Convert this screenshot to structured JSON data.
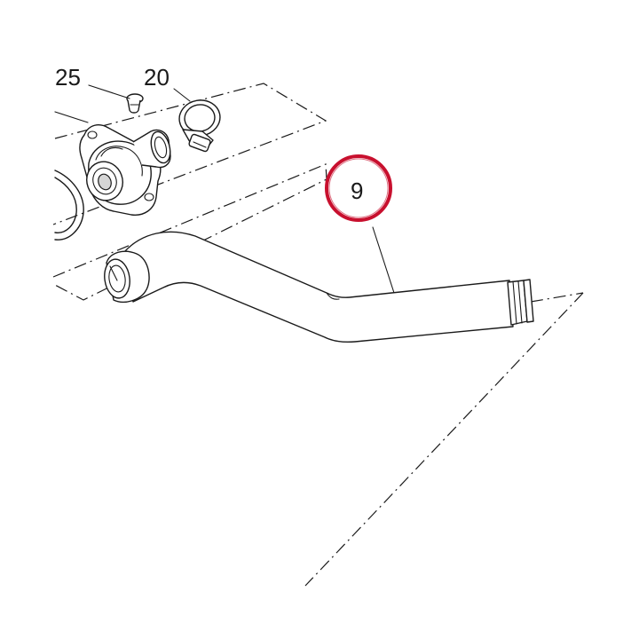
{
  "callouts": {
    "bolt": "25",
    "clamp": "20",
    "hose": "9"
  },
  "colors": {
    "highlight": "#c8102e",
    "linework": "#1a1a1a",
    "background": "#ffffff"
  }
}
